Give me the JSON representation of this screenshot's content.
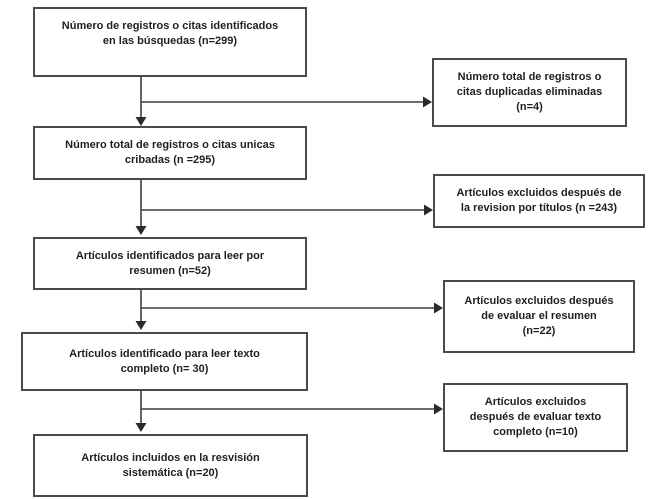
{
  "diagram": {
    "type": "flowchart",
    "language": "es",
    "main_flow": [
      {
        "id": "records-identified",
        "n": 299,
        "lines": [
          "Número de registros o citas identificados",
          "en las búsquedas (n=299)"
        ]
      },
      {
        "id": "unique-records-screened",
        "n": 295,
        "lines": [
          "Número total de registros o citas unicas",
          "cribadas (n =295)"
        ]
      },
      {
        "id": "articles-for-abstract",
        "n": 52,
        "lines": [
          "Artículos identificados para leer por",
          "resumen (n=52)"
        ]
      },
      {
        "id": "articles-for-fulltext",
        "n": 30,
        "lines": [
          "Artículos identificado para leer texto",
          "completo (n= 30)"
        ]
      },
      {
        "id": "articles-included",
        "n": 20,
        "lines": [
          "Artículos incluidos en la resvisión",
          "sistemática (n=20)"
        ]
      }
    ],
    "exclusion_flow": [
      {
        "id": "duplicates-removed",
        "n": 4,
        "lines": [
          "Número total de registros o",
          "citas duplicadas eliminadas",
          "(n=4)"
        ]
      },
      {
        "id": "excluded-by-title",
        "n": 243,
        "lines": [
          "Artículos excluidos después de",
          "la revision por títulos (n =243)"
        ]
      },
      {
        "id": "excluded-by-abstract",
        "n": 22,
        "lines": [
          "Artículos excluidos después",
          "de evaluar el resumen",
          "(n=22)"
        ]
      },
      {
        "id": "excluded-by-fulltext",
        "n": 10,
        "lines": [
          "Artículos excluidos",
          "después de evaluar texto",
          "completo (n=10)"
        ]
      }
    ],
    "colors": {
      "box_border": "#4a4a4a",
      "box_fill": "#ffffff",
      "text": "#1f1f1f",
      "arrow": "#3f3f3f",
      "background": "#ffffff"
    }
  }
}
